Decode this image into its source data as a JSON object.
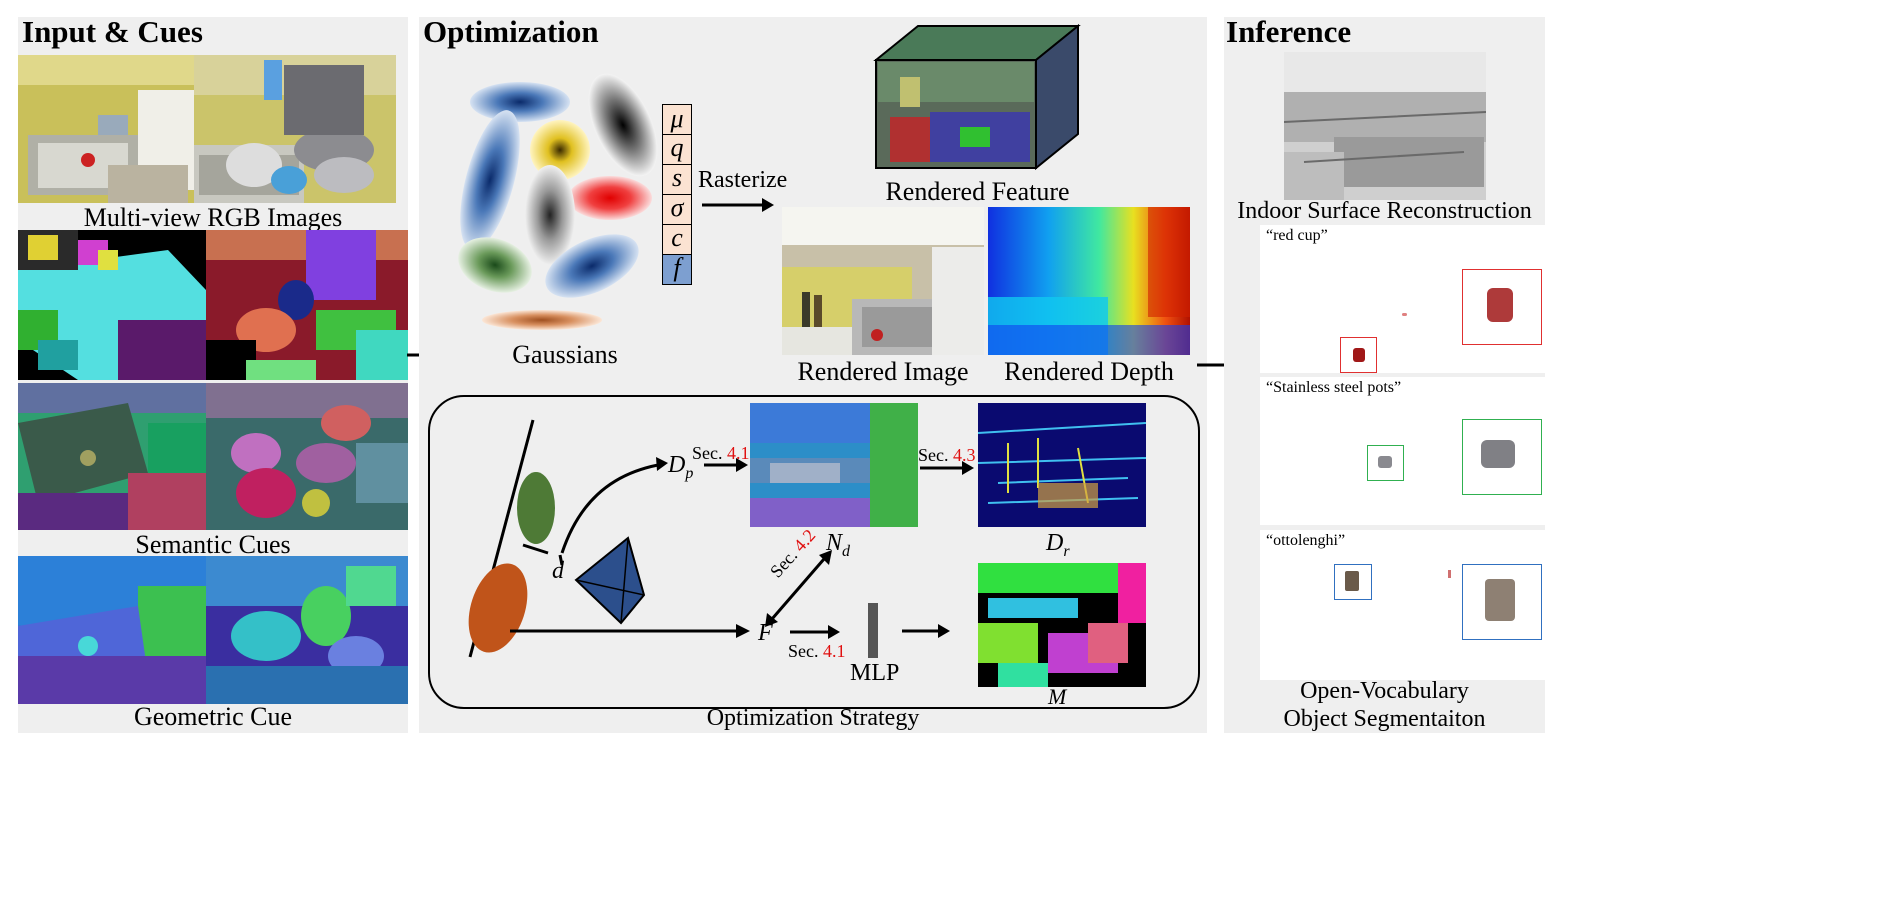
{
  "panels": {
    "input": {
      "title": "Input & Cues",
      "rgb_caption": "Multi-view RGB Images",
      "semantic_caption": "Semantic Cues",
      "geometric_caption": "Geometric Cue"
    },
    "optimization": {
      "title": "Optimization",
      "gaussians_caption": "Gaussians",
      "attributes": [
        "μ",
        "q",
        "s",
        "σ",
        "c",
        "f"
      ],
      "rasterize_label": "Rasterize",
      "rendered_feature": "Rendered Feature",
      "rendered_image": "Rendered Image",
      "rendered_depth": "Rendered Depth",
      "strategy_caption": "Optimization Strategy",
      "strategy": {
        "dp": "D",
        "dp_sub": "p",
        "nd": "N",
        "nd_sub": "d",
        "dr": "D",
        "dr_sub": "r",
        "d_label": "d",
        "f_label": "F",
        "m_label": "M",
        "mlp_label": "MLP",
        "sec_prefix": "Sec.",
        "sec_41": "4.1",
        "sec_42": "4.2",
        "sec_43": "4.3"
      }
    },
    "inference": {
      "title": "Inference",
      "surface_caption": "Indoor Surface Reconstruction",
      "queries": [
        "“red cup”",
        "“Stainless steel pots”",
        "“ottolenghi”"
      ],
      "seg_caption_line1": "Open-Vocabulary",
      "seg_caption_line2": "Object Segmentaiton"
    }
  },
  "colors": {
    "sec_number": "#e01010",
    "red_box": "#e03030",
    "green_box": "#30b050",
    "blue_box": "#3070c0",
    "attr_fill": "#fbe3d2",
    "attr_fill_f": "#7d9fd0"
  }
}
